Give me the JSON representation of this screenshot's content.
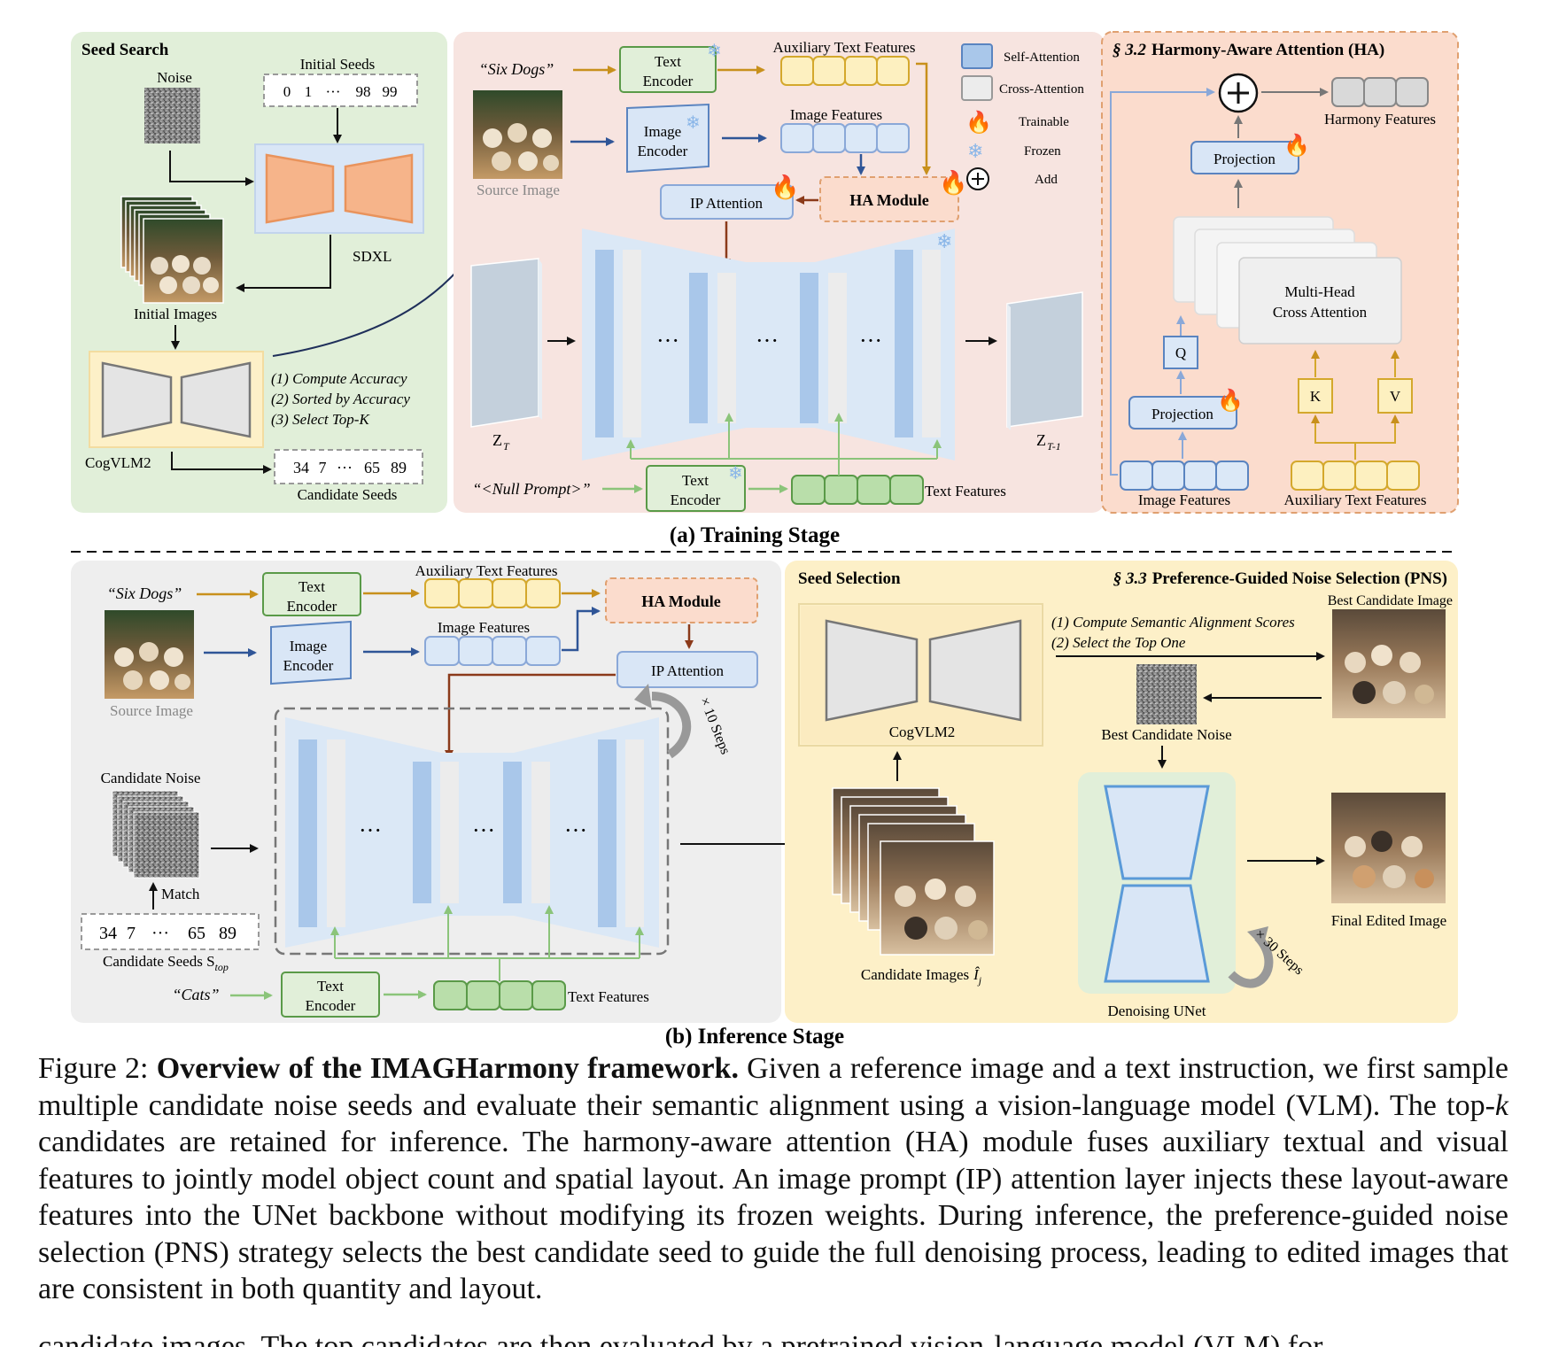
{
  "training": {
    "sub_caption": "(a) Training Stage",
    "seed_search": {
      "title": "Seed Search",
      "noise_label": "Noise",
      "initial_seeds_label": "Initial Seeds",
      "seed_values": [
        "0",
        "1",
        "···",
        "98",
        "99"
      ],
      "sdxl_label": "SDXL",
      "initial_images_label": "Initial Images",
      "cogvlm_label": "CogVLM2",
      "steps": [
        "(1) Compute Accuracy",
        "(2) Sorted by Accuracy",
        "(3) Select Top-K"
      ],
      "candidate_values": [
        "34",
        "7",
        "···",
        "65",
        "89"
      ],
      "candidate_seeds_label": "Candidate Seeds"
    },
    "main": {
      "prompt": "“Six Dogs”",
      "text_encoder": [
        "Text",
        "Encoder"
      ],
      "aux_text_features": "Auxiliary Text Features",
      "source_image_label": "Source Image",
      "image_encoder": [
        "Image",
        "Encoder"
      ],
      "image_features": "Image Features",
      "ip_attention": "IP Attention",
      "ha_module": "HA Module",
      "ellipsis": "···",
      "z_t": "Z",
      "z_t_sub": "T",
      "z_t1": "Z",
      "z_t1_sub": "T-1",
      "null_prompt": "“<Null Prompt>”",
      "text_encoder2": [
        "Text",
        "Encoder"
      ],
      "text_features": "Text Features"
    },
    "legend": {
      "self_attention": "Self-Attention",
      "cross_attention": "Cross-Attention",
      "trainable": "Trainable",
      "frozen": "Frozen",
      "add": "Add"
    },
    "ha": {
      "section_num": "§ 3.2",
      "title": "Harmony-Aware Attention (HA)",
      "harmony_features": "Harmony Features",
      "projection_top": "Projection",
      "mhca": [
        "Multi-Head",
        "Cross Attention"
      ],
      "q": "Q",
      "k": "K",
      "v": "V",
      "projection_bottom": "Projection",
      "image_features": "Image Features",
      "aux_text_features": "Auxiliary Text Features"
    }
  },
  "inference": {
    "sub_caption": "(b) Inference Stage",
    "left": {
      "prompt": "“Six Dogs”",
      "text_encoder": [
        "Text",
        "Encoder"
      ],
      "aux_text_features": "Auxiliary Text Features",
      "ha_module": "HA Module",
      "source_image_label": "Source Image",
      "image_encoder": [
        "Image",
        "Encoder"
      ],
      "image_features": "Image Features",
      "ip_attention": "IP Attention",
      "steps10": "× 10 Steps",
      "candidate_noise": "Candidate Noise",
      "match": "Match",
      "candidate_values": [
        "34",
        "7",
        "···",
        "65",
        "89"
      ],
      "candidate_seeds": "Candidate Seeds S",
      "candidate_seeds_sub": "top",
      "ellipsis": "···",
      "cats": "“Cats”",
      "text_encoder2": [
        "Text",
        "Encoder"
      ],
      "text_features": "Text Features"
    },
    "right": {
      "seed_selection": "Seed Selection",
      "section_num": "§ 3.3",
      "title": "Preference-Guided Noise Selection (PNS)",
      "best_candidate_image": "Best Candidate Image",
      "steps": [
        "(1) Compute Semantic Alignment Scores",
        "(2) Select the Top One"
      ],
      "cogvlm_label": "CogVLM2",
      "best_candidate_noise": "Best Candidate Noise",
      "candidate_images": "Candidate Images",
      "candidate_images_sym": "Î",
      "candidate_images_sub": "j",
      "final_edited_image": "Final Edited Image",
      "steps30": "× 30 Steps",
      "denoising_unet": "Denoising UNet"
    }
  },
  "caption": {
    "label": "Figure 2: ",
    "bold": "Overview of the IMAGHarmony framework.",
    "text_1": " Given a reference image and a text instruction, we first sample multiple candidate noise seeds and evaluate their semantic alignment using a vision-language model (VLM). The top-",
    "k": "k",
    "text_2": " candidates are retained for inference. The harmony-aware attention (HA) module fuses auxiliary textual and visual features to jointly model object count and spatial layout. An image prompt (IP) attention layer injects these layout-aware features into the UNet backbone without modifying its frozen weights. During inference, the preference-guided noise selection (PNS) strategy selects the best candidate seed to guide the full denoising process, leading to edited images that are consistent in both quantity and layout."
  },
  "trailing_text": "candidate images. The top candidates are then evaluated by a pretrained vision-language model (VLM) for",
  "colors": {
    "green_panel": "#e1efd9",
    "pink_panel": "#f7e4e0",
    "salmon_panel": "#fbdccd",
    "gray_panel": "#eeeeee",
    "yellow_panel": "#fdf0c8",
    "orange_arrow": "#c8901c",
    "blue_arrow": "#2f5597",
    "brown_arrow": "#8b3a1a",
    "green_arrow": "#8bc47a"
  }
}
